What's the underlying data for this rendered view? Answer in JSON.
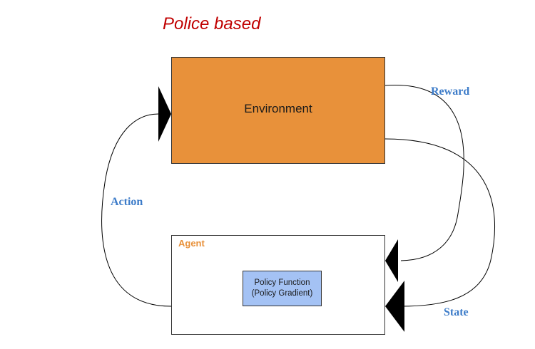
{
  "title": "Police based",
  "environment": {
    "label": "Environment"
  },
  "agent": {
    "label": "Agent",
    "policy": {
      "line1": "Policy Function",
      "line2": "(Policy Gradient)"
    }
  },
  "edges": {
    "reward": "Reward",
    "action": "Action",
    "state": "State"
  },
  "colors": {
    "title": "#c00000",
    "environment_fill": "#e8913a",
    "agent_label": "#e8913a",
    "policy_fill": "#a4c2f4",
    "edge_label": "#3d7cc9"
  }
}
